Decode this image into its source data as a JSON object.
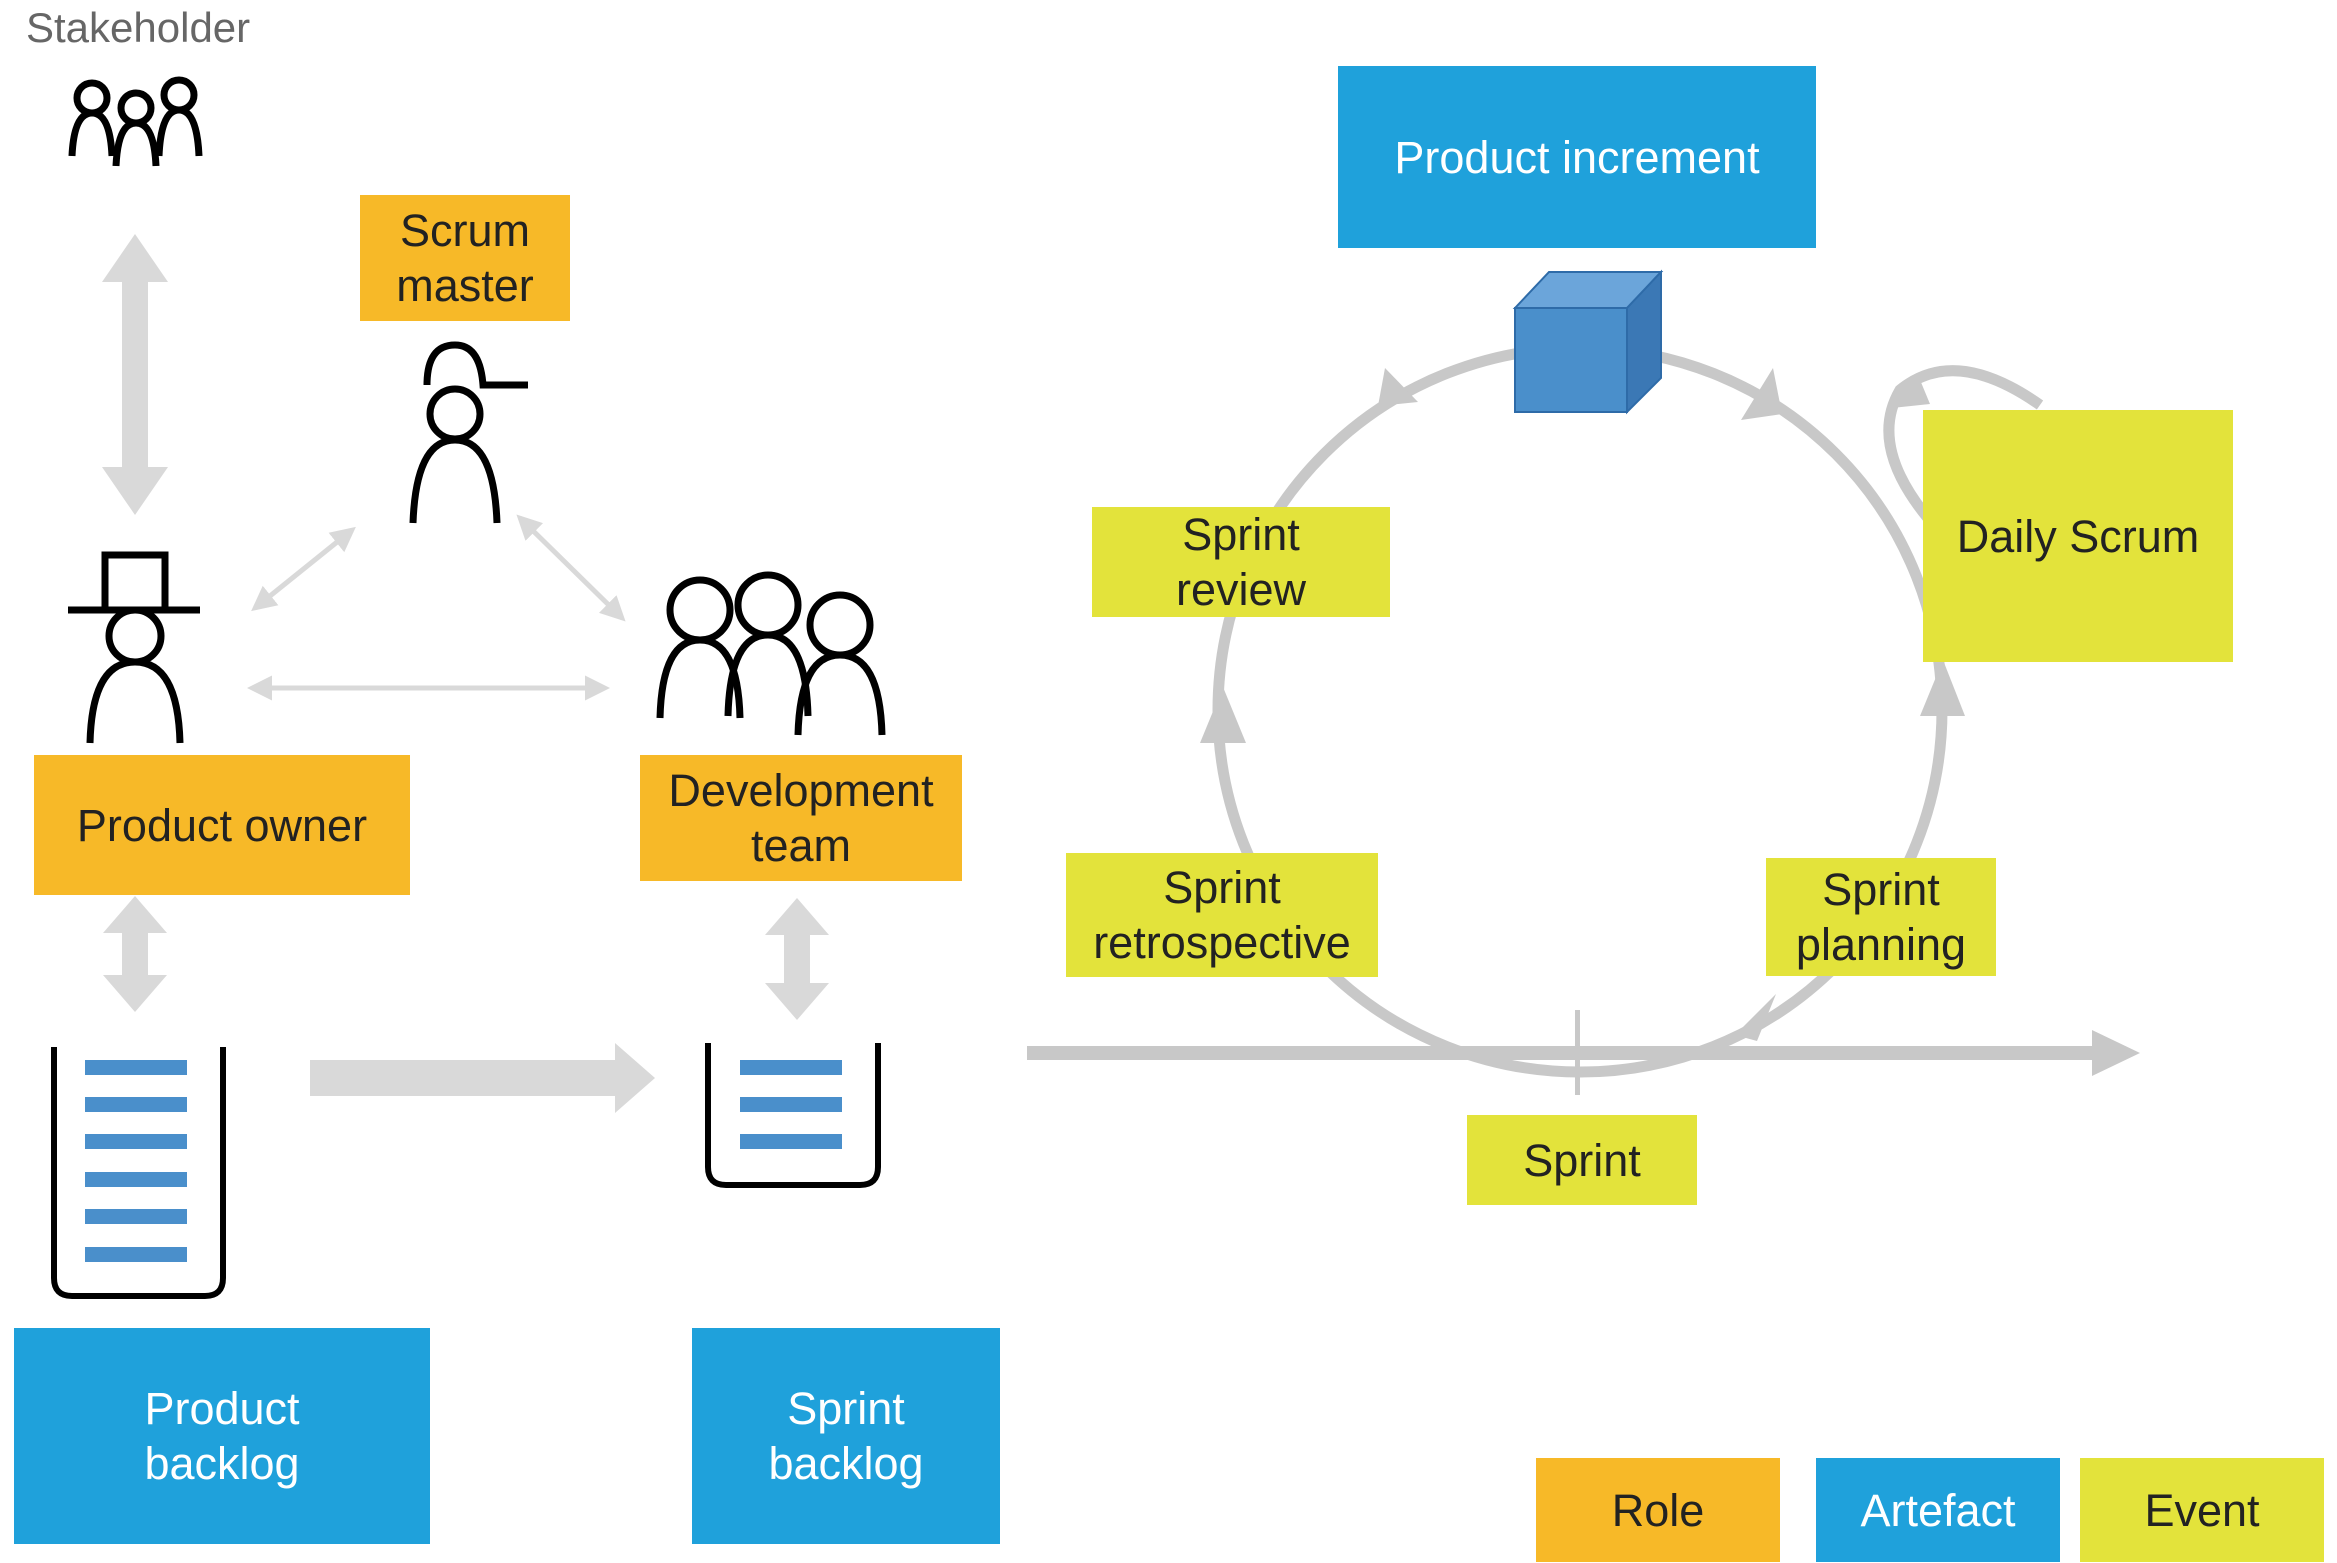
{
  "stakeholder": {
    "label": "Stakeholder"
  },
  "roles": {
    "scrum_master": "Scrum\nmaster",
    "product_owner": "Product owner",
    "development_team": "Development\nteam"
  },
  "artefacts": {
    "product_increment": "Product increment",
    "product_backlog": "Product\nbacklog",
    "sprint_backlog": "Sprint\nbacklog"
  },
  "events": {
    "sprint_review": "Sprint\nreview",
    "daily_scrum": "Daily Scrum",
    "sprint_retrospective": "Sprint\nretrospective",
    "sprint_planning": "Sprint\nplanning",
    "sprint": "Sprint"
  },
  "legend": {
    "role": "Role",
    "artefact": "Artefact",
    "event": "Event"
  },
  "colors": {
    "role": "#F7B928",
    "artefact": "#1FA1DB",
    "event": "#E3E33B",
    "arrow": "#D9D9D9",
    "cycle": "#C8C8C8",
    "cube": "#4A8FCB"
  },
  "icons": [
    "stakeholder-group-icon",
    "scrum-master-icon",
    "product-owner-icon",
    "development-team-icon",
    "product-backlog-icon",
    "sprint-backlog-icon",
    "increment-cube-icon"
  ]
}
